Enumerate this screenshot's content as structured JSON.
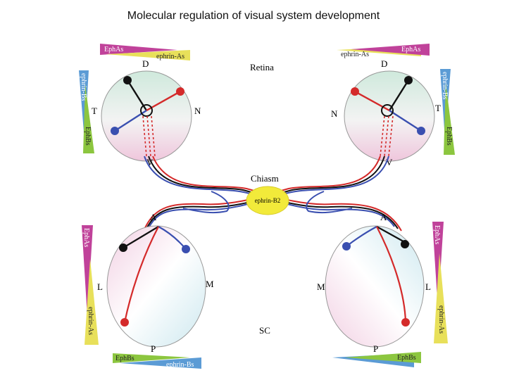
{
  "title": "Molecular regulation of visual system development",
  "labels": {
    "retina": "Retina",
    "chiasm": "Chiasm",
    "sc": "SC",
    "ephrin_b2": "ephrin-B2"
  },
  "left_retina": {
    "d": "D",
    "n": "N",
    "t": "T",
    "v": "V"
  },
  "right_retina": {
    "d": "D",
    "n": "N",
    "t": "T",
    "v": "V"
  },
  "left_sc": {
    "a": "A",
    "l": "L",
    "m": "M",
    "p": "P"
  },
  "right_sc": {
    "a": "A",
    "l": "L",
    "m": "M",
    "p": "P"
  },
  "gradients": {
    "epha_left_top": "EphAs",
    "ephrina_left_top": "ephrin-As",
    "ephrina_right_top": "ephrin-As",
    "epha_right_top": "EphAs",
    "ephrinb_left": "ephrin-Bs",
    "ephb_left": "EphBs",
    "ephrinb_right": "ephrin-Bs",
    "ephb_right": "EphBs",
    "epha_left_sc": "EphAs",
    "ephrina_left_sc": "ephrin-As",
    "epha_right_sc": "EphAs",
    "ephrina_right_sc": "ephrin-As",
    "ephb_bottom_left": "EphBs",
    "ephrinb_bottom_left": "ephrin-Bs",
    "ephrinb_bottom_right": "ephrin-Bs",
    "ephb_bottom_right": "EphBs"
  },
  "colors": {
    "magenta": "#c0429a",
    "yellow": "#e8e05a",
    "blue": "#5b9bd5",
    "green": "#8cc63f",
    "axon_black": "#111111",
    "axon_red": "#d42a2a",
    "axon_blue": "#3a4fb0",
    "chiasm": "#f2ea3a"
  }
}
